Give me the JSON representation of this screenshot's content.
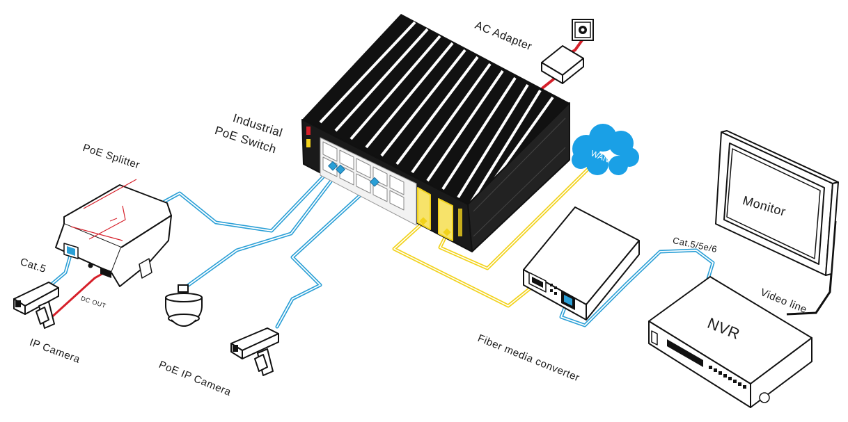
{
  "labels": {
    "ac_adapter": "AC Adapter",
    "switch_line1": "Industrial",
    "switch_line2": "PoE Switch",
    "poe_splitter": "PoE Splitter",
    "wan": "WAN",
    "monitor": "Monitor",
    "cat5": "Cat.5",
    "dc_out": "DC OUT",
    "ip_camera": "IP Camera",
    "poe_ip_camera": "PoE IP Camera",
    "fiber_media_converter": "Fiber media converter",
    "cat_5_5e_6": "Cat.5/5e/6",
    "video_line": "Video line",
    "nvr": "NVR"
  },
  "colors": {
    "ethernet": "#2a9fd6",
    "fiber": "#f2d21b",
    "power": "#d6202a",
    "outline": "#111111",
    "cloud": "#1aa0e6"
  },
  "icons": [
    "power-outlet-icon",
    "ac-adapter-icon",
    "poe-switch-icon",
    "wan-cloud-icon",
    "poe-splitter-icon",
    "ip-camera-icon",
    "dome-camera-icon",
    "bullet-camera-icon",
    "media-converter-icon",
    "monitor-icon",
    "nvr-icon"
  ]
}
